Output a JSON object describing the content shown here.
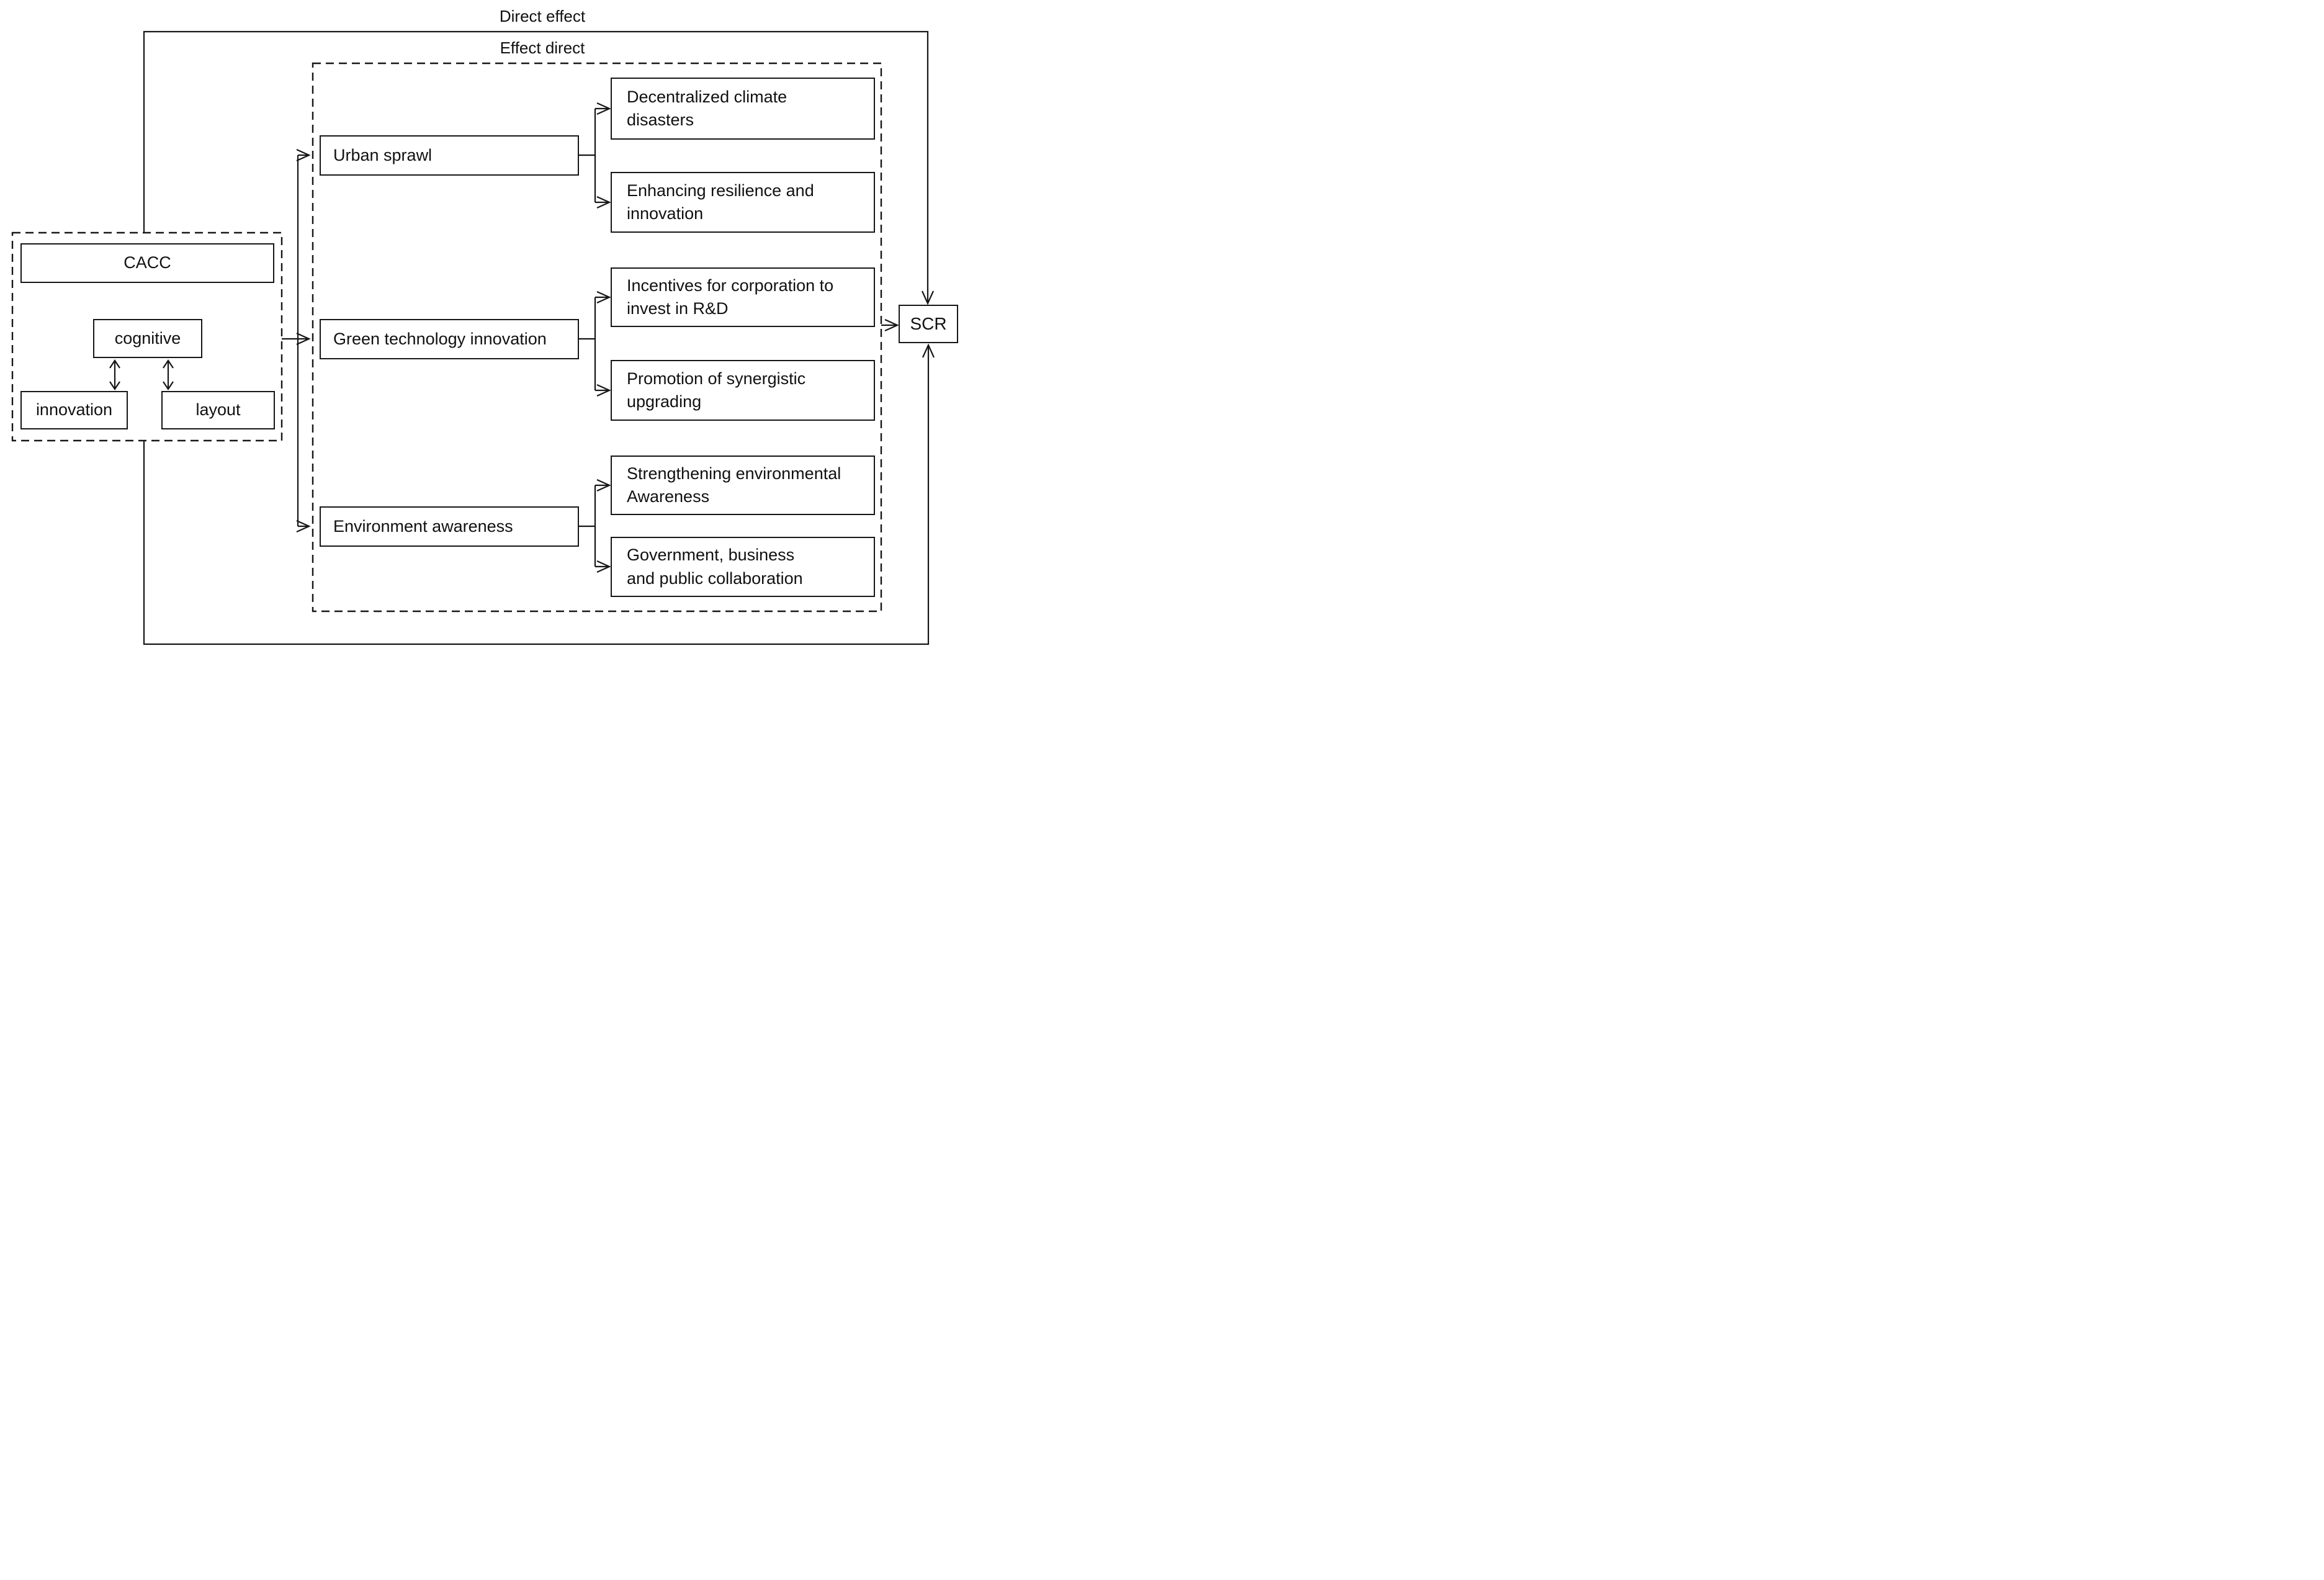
{
  "diagram": {
    "float_labels": {
      "direct_effect": "Direct effect",
      "effect_direct": "Effect direct"
    },
    "antecedents": {
      "cacc": "CACC",
      "cognitive": "cognitive",
      "innovation": "innovation",
      "layout": "layout"
    },
    "mediators": [
      {
        "label": "Urban sprawl"
      },
      {
        "label": "Green technology innovation"
      },
      {
        "label": "Environment awareness"
      }
    ],
    "outcomes": [
      {
        "label": "Decentralized climate\ndisasters"
      },
      {
        "label": "Enhancing resilience and\ninnovation"
      },
      {
        "label": "Incentives for corporation to\ninvest in R&D"
      },
      {
        "label": "Promotion of synergistic\nupgrading"
      },
      {
        "label": "Strengthening environmental\nAwareness"
      },
      {
        "label": "Government, business\nand public collaboration"
      }
    ],
    "result": {
      "scr": "SCR"
    },
    "colors": {
      "line": "#161616",
      "background": "#ffffff",
      "text": "#111111"
    }
  }
}
